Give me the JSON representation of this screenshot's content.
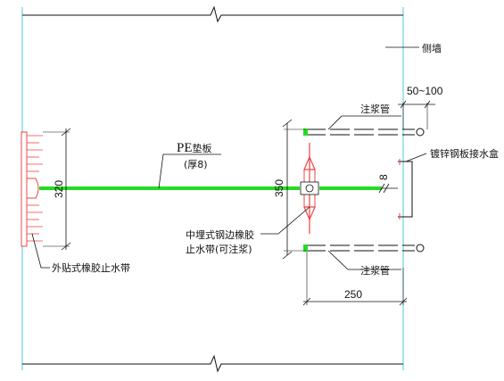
{
  "labels": {
    "side_wall": "侧墙",
    "grout_pipe_top": "注浆管",
    "grout_pipe_bottom": "注浆管",
    "spacing_range": "50~100",
    "water_box": "镀锌钢板接水盒",
    "pe_board_prefix": "PE",
    "pe_board_suffix": "垫板",
    "pe_thickness": "(厚8)",
    "embedded_stop_line1": "中埋式钢边橡胶",
    "embedded_stop_line2": "止水带(可注浆)",
    "external_stop": "外贴式橡胶止水带"
  },
  "dimensions": {
    "height_left": "320",
    "height_right": "350",
    "gap": "8",
    "width_bottom": "250"
  },
  "colors": {
    "wall_line": "#4fc8d8",
    "pe_board": "#22dd22",
    "waterstop": "#ee4444",
    "line": "#111111",
    "water_box": "#33bb33"
  }
}
